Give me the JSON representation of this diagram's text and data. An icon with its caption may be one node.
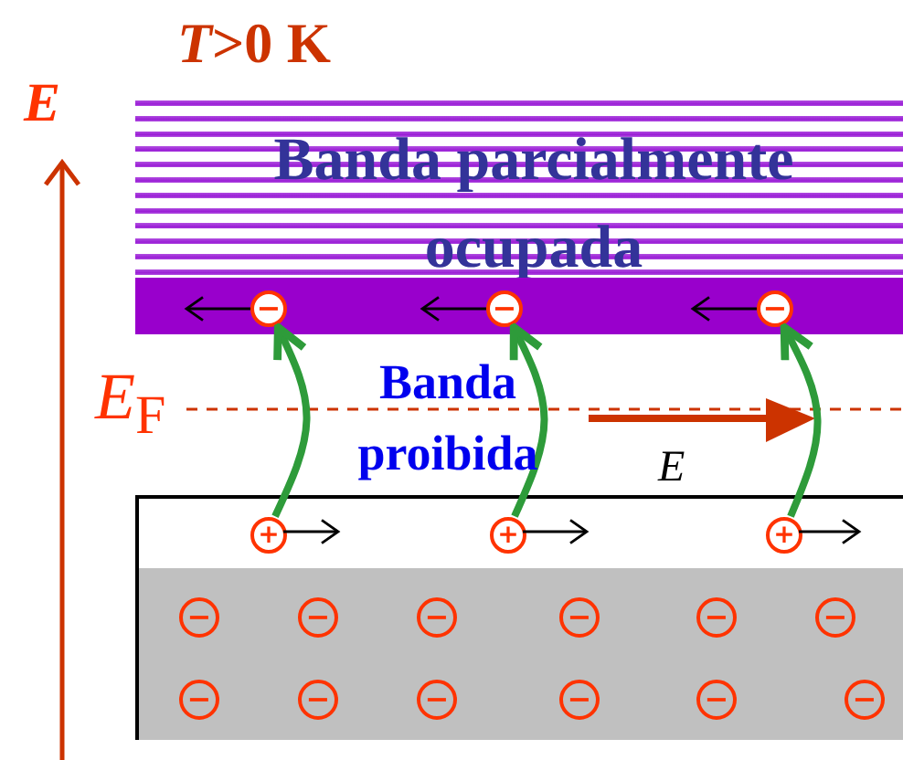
{
  "diagram": {
    "nodes": [
      {
        "text": [
          "Banda parcialmente ocupada"
        ]
      },
      {
        "text": [],
        "shape": "bar"
      },
      {
        "text": [
          "−"
        ],
        "in": 1
      },
      {
        "text": [
          "−"
        ],
        "in": 1
      },
      {
        "text": [
          "−"
        ],
        "in": 1
      },
      {
        "text": [],
        "shape": "box"
      },
      {
        "text": [
          "+"
        ],
        "in": 5
      },
      {
        "text": [
          "+"
        ],
        "in": 5
      },
      {
        "text": [
          "+"
        ],
        "in": 5
      },
      {
        "text": [
          "−"
        ],
        "in": 5
      },
      {
        "text": [
          "−"
        ],
        "in": 5
      },
      {
        "text": [
          "−"
        ],
        "in": 5
      },
      {
        "text": [
          "−"
        ],
        "in": 5
      },
      {
        "text": [
          "−"
        ],
        "in": 5
      },
      {
        "text": [
          "−"
        ],
        "in": 5
      },
      {
        "text": [
          "−"
        ],
        "in": 5
      },
      {
        "text": [
          "−"
        ],
        "in": 5
      },
      {
        "text": [
          "−"
        ],
        "in": 5
      },
      {
        "text": [
          "−"
        ],
        "in": 5
      },
      {
        "text": [
          "−"
        ],
        "in": 5
      },
      {
        "text": [
          "−"
        ],
        "in": 5
      }
    ],
    "edges": [
      {
        "from": 6,
        "to": 2,
        "arrow": "to"
      },
      {
        "from": 7,
        "to": 3,
        "arrow": "to"
      },
      {
        "from": 8,
        "to": 4,
        "arrow": "to"
      }
    ],
    "labels": [
      "*T*>0 K",
      "E",
      "Banda proibida",
      "*E*$_{F}$",
      "E⃗"
    ]
  }
}
